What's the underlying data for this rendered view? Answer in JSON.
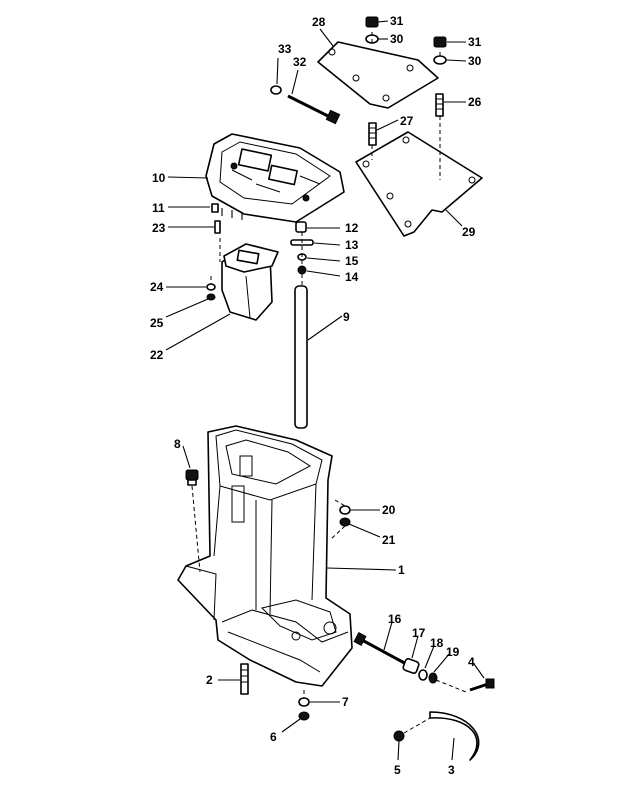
{
  "callouts": {
    "c1": "1",
    "c2": "2",
    "c3": "3",
    "c4": "4",
    "c5": "5",
    "c6": "6",
    "c7": "7",
    "c8": "8",
    "c9": "9",
    "c10": "10",
    "c11": "11",
    "c12": "12",
    "c13": "13",
    "c14": "14",
    "c15": "15",
    "c16": "16",
    "c17": "17",
    "c18": "18",
    "c19": "19",
    "c20": "20",
    "c21": "21",
    "c22": "22",
    "c23": "23",
    "c24": "24",
    "c25": "25",
    "c26": "26",
    "c27": "27",
    "c28": "28",
    "c29": "29",
    "c30a": "30",
    "c30b": "30",
    "c31a": "31",
    "c31b": "31",
    "c32": "32",
    "c33": "33"
  }
}
